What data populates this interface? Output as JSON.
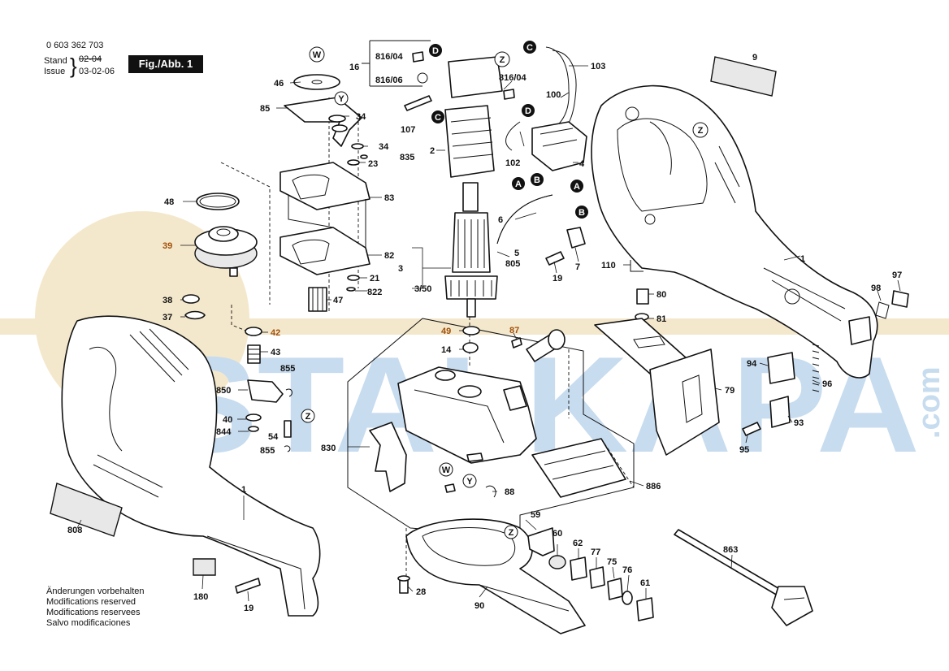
{
  "header": {
    "part_number": "0 603 362 703",
    "stand_label": "Stand",
    "stand_old_value": "02-04",
    "issue_label": "Issue",
    "issue_value": "03-02-06",
    "figure_label": "Fig./Abb. 1"
  },
  "notes": [
    "Änderungen vorbehalten",
    "Modifications reserved",
    "Modifications reservees",
    "Salvo modificaciones"
  ],
  "watermark": {
    "text": "USTALKAPA",
    "suffix": ".com",
    "color": "#c7dcef",
    "sun_color": "#f4e8cc"
  },
  "markers": {
    "A": "A",
    "B": "B",
    "C": "C",
    "D": "D",
    "W": "W",
    "Y": "Y",
    "Z": "Z"
  },
  "labels": {
    "p816_04a": "816/04",
    "p16": "16",
    "p816_06": "816/06",
    "p816_04b": "816/04",
    "p103": "103",
    "p100": "100",
    "p9": "9",
    "p46": "46",
    "p85": "85",
    "p34a": "34",
    "p34b": "34",
    "p23": "23",
    "p835": "835",
    "p107": "107",
    "p2": "2",
    "p102": "102",
    "p4": "4",
    "p48": "48",
    "p83": "83",
    "p6": "6",
    "p5": "5",
    "p805": "805",
    "p39": "39",
    "p82": "82",
    "p3": "3",
    "p3_50": "3/50",
    "p21": "21",
    "p822": "822",
    "p19a": "19",
    "p7": "7",
    "p110": "110",
    "p1a": "1",
    "p97": "97",
    "p98": "98",
    "p38": "38",
    "p47": "47",
    "p37": "37",
    "p80": "80",
    "p81": "81",
    "p42": "42",
    "p49": "49",
    "p87": "87",
    "p43": "43",
    "p14": "14",
    "p855a": "855",
    "p94": "94",
    "p96": "96",
    "p850": "850",
    "p79": "79",
    "p40": "40",
    "p844": "844",
    "p54": "54",
    "p855b": "855",
    "p830": "830",
    "p93": "93",
    "p95": "95",
    "p88": "88",
    "p886": "886",
    "p1b": "1",
    "p808": "808",
    "p59": "59",
    "p60": "60",
    "p62": "62",
    "p77": "77",
    "p863": "863",
    "p75": "75",
    "p76": "76",
    "p61": "61",
    "p28": "28",
    "p90": "90",
    "p180": "180",
    "p19b": "19"
  }
}
